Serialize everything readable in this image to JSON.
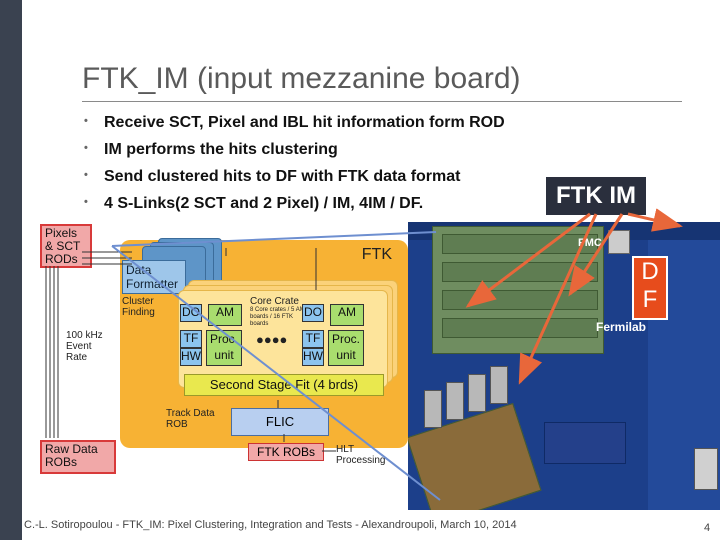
{
  "slide": {
    "title": "FTK_IM (input mezzanine board)",
    "bullets": [
      "Receive SCT, Pixel and IBL hit information form ROD",
      "IM performs the hits clustering",
      "Send clustered hits to DF with FTK data format",
      "4 S-Links(2 SCT and 2 Pixel) / IM,   4IM / DF."
    ],
    "bullet_glyph": "•",
    "footer": "C.-L. Sotiropoulou - FTK_IM: Pixel Clustering, Integration and Tests - Alexandroupoli, March 10, 2014",
    "page_number": "4"
  },
  "diagram": {
    "pixels_sct_rods": "Pixels & SCT RODs",
    "ftk": "FTK",
    "data_formatter": "Data Formatter",
    "cluster_finding": "Cluster Finding",
    "core_crate": "Core Crate",
    "core_crate_notes": "8 Core crates / 5 AM boards / 16 FTK boards",
    "do_label": "DO",
    "am_label": "AM",
    "tf_label": "TF",
    "hw_label": "HW",
    "proc_unit": "Proc. unit",
    "dots": "●●●●",
    "second_stage": "Second Stage Fit (4 brds)",
    "rate": "100 kHz Event Rate",
    "track_data_rob": "Track Data ROB",
    "flic": "FLIC",
    "raw_data_robs": "Raw Data ROBs",
    "ftk_robs": "FTK ROBs",
    "hlt_processing": "HLT Processing"
  },
  "photo": {
    "ftk_im_tag": "FTK IM",
    "df_tag_line1": "D",
    "df_tag_line2": "F",
    "fermilab": "Fermilab",
    "fmc": "FMC"
  },
  "colors": {
    "arrow": "#e8673a",
    "blue_line": "#6e8fd0",
    "ftk_orange": "#f7b234",
    "rod_red": "#f1a8a8"
  }
}
